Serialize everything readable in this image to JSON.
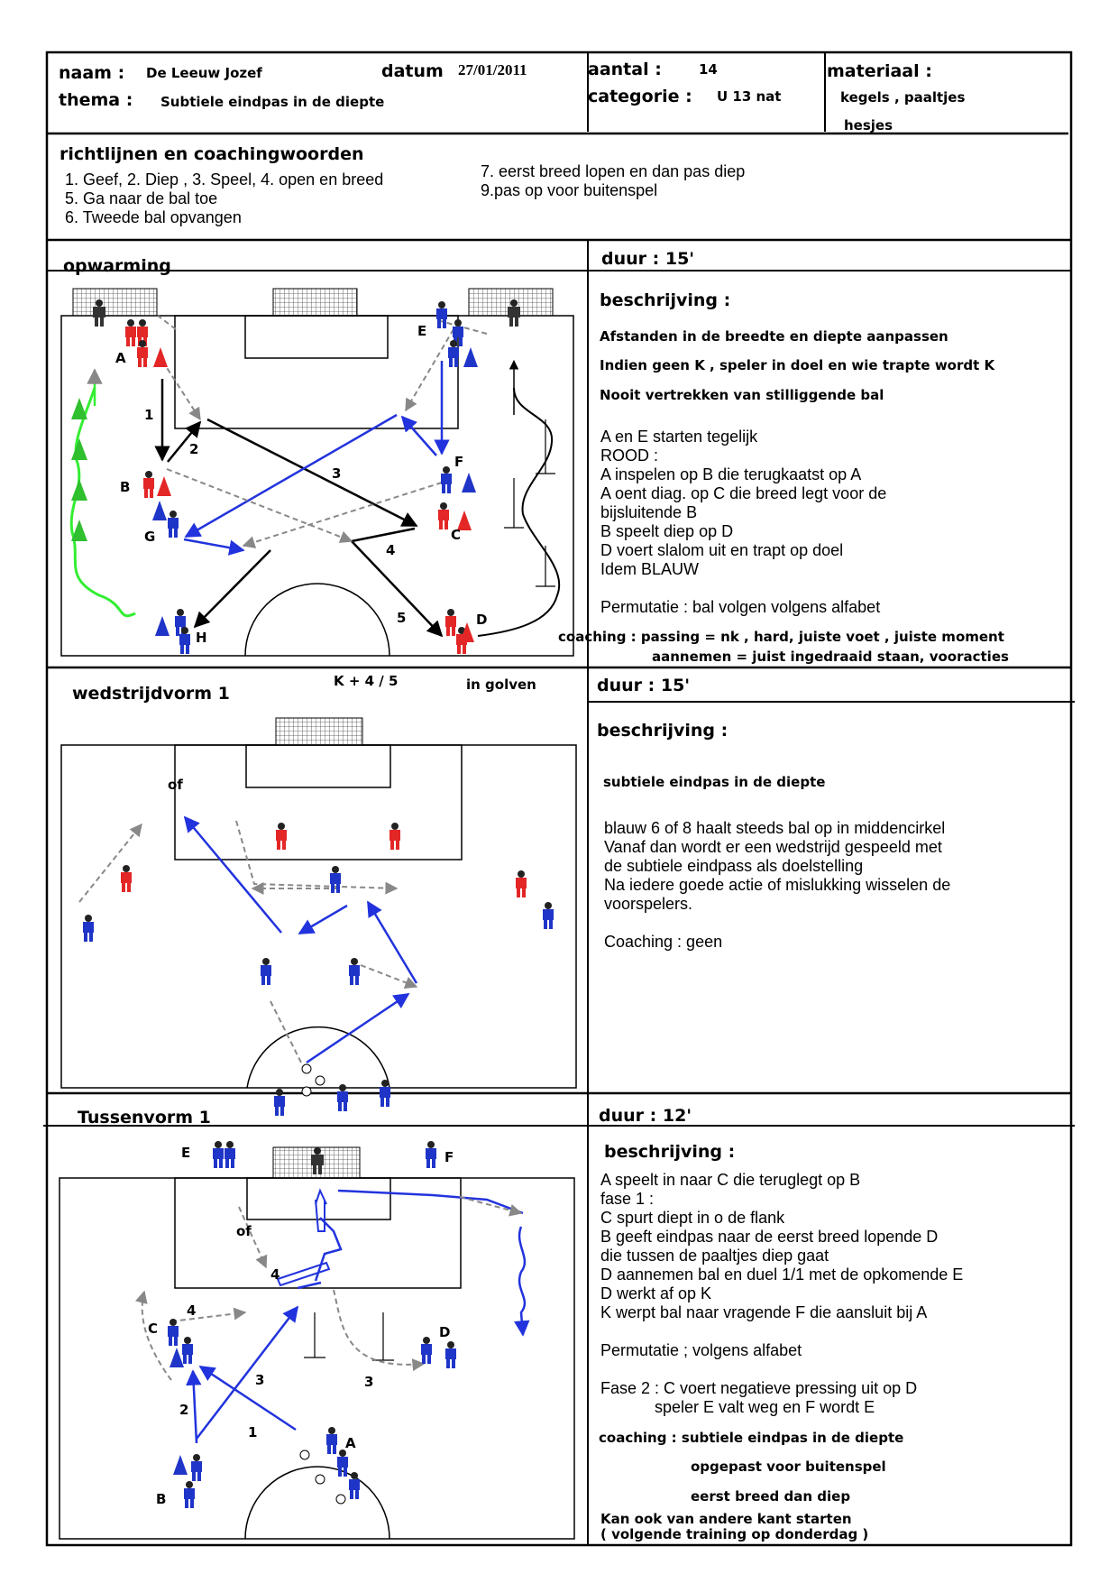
{
  "header": {
    "naam_label": "naam :",
    "naam_value": "De Leeuw Jozef",
    "datum_label": "datum",
    "datum_value": "27/01/2011",
    "aantal_label": "aantal :",
    "aantal_value": "14",
    "materiaal_label": "materiaal :",
    "materiaal_line1": "kegels , paaltjes",
    "materiaal_line2": "hesjes",
    "thema_label": "thema :",
    "thema_value": "Subtiele eindpas in de diepte",
    "categorie_label": "categorie :",
    "categorie_value": "U 13 nat"
  },
  "guidelines": {
    "title": "richtlijnen en coachingwoorden",
    "left": [
      "1. Geef, 2. Diep , 3. Speel, 4. open en breed",
      "5. Ga naar de bal toe",
      "6. Tweede bal opvangen"
    ],
    "right": [
      "7. eerst breed lopen en dan pas diep",
      "9.pas op voor buitenspel"
    ]
  },
  "sections": [
    {
      "title": "opwarming",
      "duur": "duur : 15'",
      "beschrijving_label": "beschrijving :",
      "bold_lines": [
        "Afstanden in de breedte en diepte aanpassen",
        "Indien geen K , speler in doel en wie trapte wordt K",
        "Nooit vertrekken van stilliggende bal"
      ],
      "lines": [
        "A en E starten tegelijk",
        "ROOD :",
        "A inspelen op B die terugkaatst op A",
        "A oent diag. op C die breed legt voor de",
        "bijsluitende B",
        "B speelt diep op D",
        "D voert slalom uit en trapt op doel",
        "Idem BLAUW",
        "",
        "Permutatie : bal volgen volgens alfabet"
      ],
      "coaching1": "coaching : passing = nk , hard, juiste voet , juiste moment",
      "coaching2": "aannemen = juist ingedraaid staan, vooracties",
      "diagram_labels": [
        "A",
        "E",
        "1",
        "2",
        "3",
        "B",
        "F",
        "G",
        "C",
        "4",
        "H",
        "5",
        "D"
      ]
    },
    {
      "title": "wedstrijdvorm 1",
      "subtitle": "K + 4 / 5",
      "subtitle2": "in golven",
      "duur": "duur : 15'",
      "beschrijving_label": "beschrijving :",
      "bold_lines": [
        "subtiele eindpas in de diepte"
      ],
      "lines": [
        "blauw 6 of 8 haalt steeds bal op in middencirkel",
        "Vanaf dan wordt er een wedstrijd gespeeld met",
        "de subtiele eindpass als doelstelling",
        "Na iedere goede actie of mislukking wisselen de",
        "voorspelers.",
        "",
        "Coaching : geen"
      ],
      "diagram_labels": [
        "of"
      ]
    },
    {
      "title": "Tussenvorm 1",
      "duur": "duur : 12'",
      "beschrijving_label": "beschrijving :",
      "lines": [
        "A speelt in naar C die teruglegt op B",
        "fase 1 :",
        "C spurt diept in o de flank",
        "B geeft eindpas naar de eerst breed lopende D",
        "die tussen de paaltjes diep gaat",
        "D aannemen bal en duel 1/1 met de opkomende E",
        "D werkt af op K",
        "K werpt bal naar vragende F die aansluit bij A",
        "",
        "Permutatie ; volgens alfabet",
        "",
        "Fase 2 : C voert negatieve pressing uit op D",
        "            speler E valt weg en F wordt E"
      ],
      "coaching1": "coaching : subtiele eindpas in de diepte",
      "coaching2": "opgepast voor buitenspel",
      "coaching3": "eerst breed dan diep",
      "footer1": "Kan ook van andere kant starten",
      "footer2": "( volgende training op donderdag )",
      "diagram_labels": [
        "E",
        "F",
        "of",
        "4",
        "4",
        "C",
        "D",
        "3",
        "3",
        "2",
        "1",
        "A",
        "B"
      ]
    }
  ],
  "colors": {
    "red_team": "#e32626",
    "blue_team": "#1f35c8",
    "green_cone": "#2fbf2f",
    "arrow_blue": "#2233dd",
    "arrow_black": "#000000",
    "arrow_grey": "#888888"
  }
}
